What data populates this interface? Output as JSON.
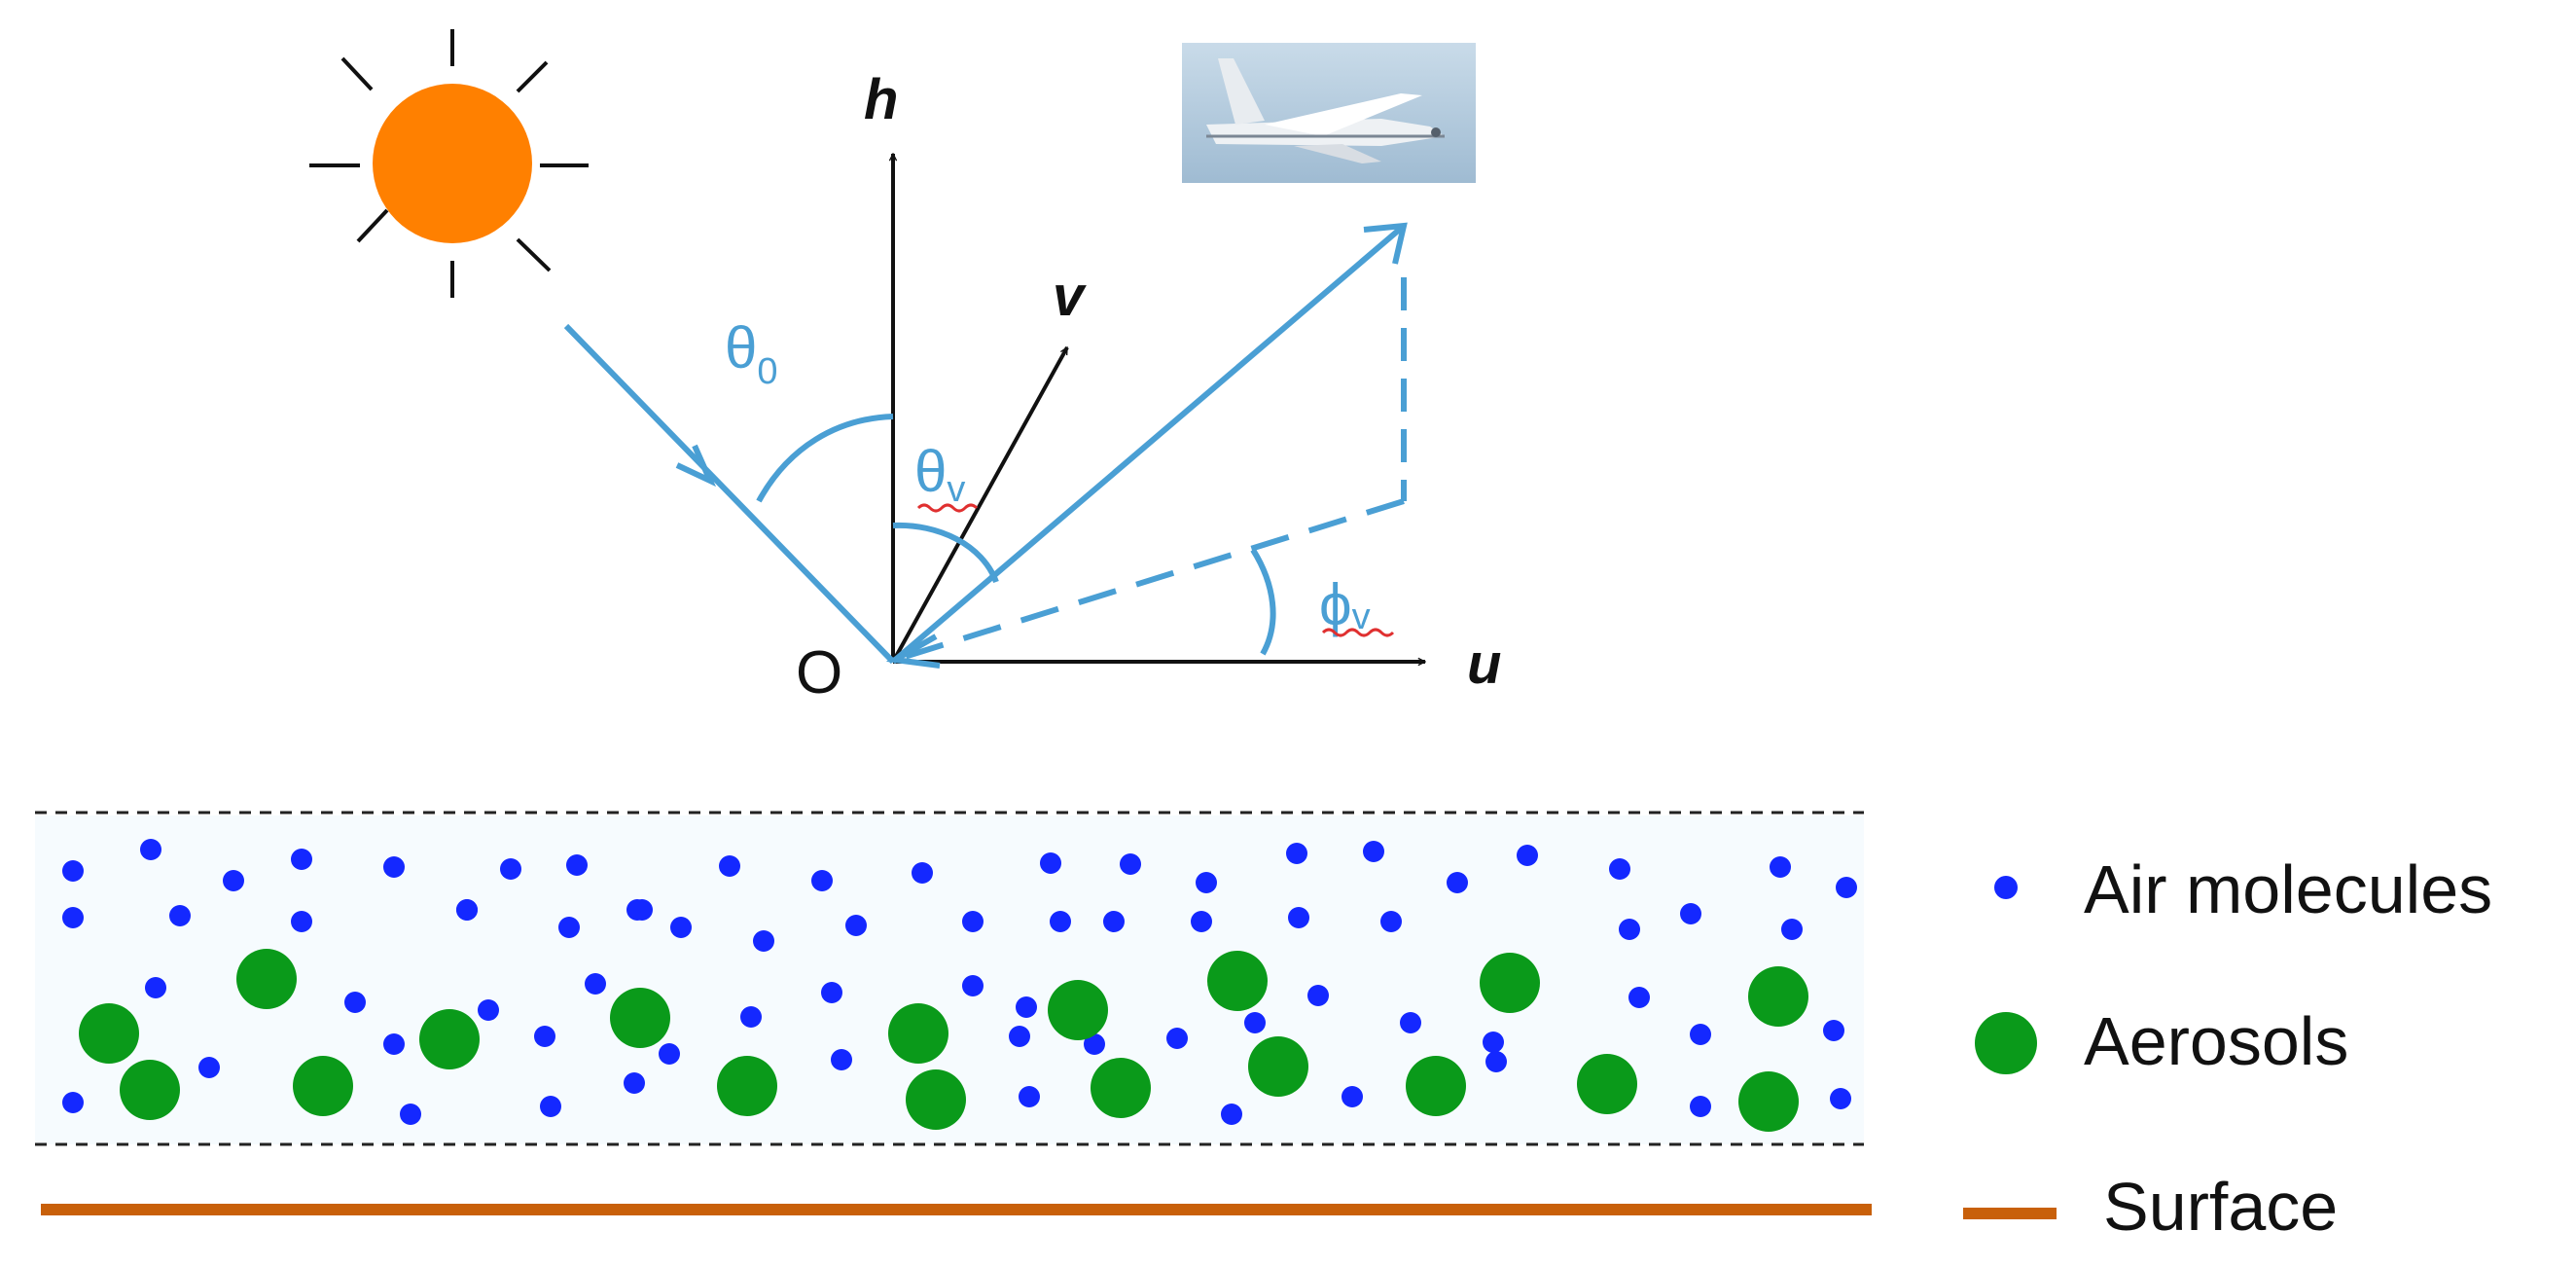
{
  "axes": {
    "h": "h",
    "v": "v",
    "u": "u",
    "origin": "O"
  },
  "angles": {
    "solar_zenith": {
      "symbol": "θ",
      "subscript": "0"
    },
    "view_zenith": {
      "symbol": "θ",
      "subscript": "v"
    },
    "view_azimuth": {
      "symbol": "ϕ",
      "subscript": "v"
    }
  },
  "legend": {
    "air_molecules": "Air molecules",
    "aerosols": "Aerosols",
    "surface": "Surface"
  },
  "colors": {
    "sun": "#ff8000",
    "ray": "#4a9fd4",
    "air_molecule": "#1428ff",
    "aerosol": "#0a9a1a",
    "surface": "#c8600a",
    "axis": "#111111"
  },
  "icons": {
    "sun": "sun-icon",
    "aircraft": "aircraft-photo"
  }
}
